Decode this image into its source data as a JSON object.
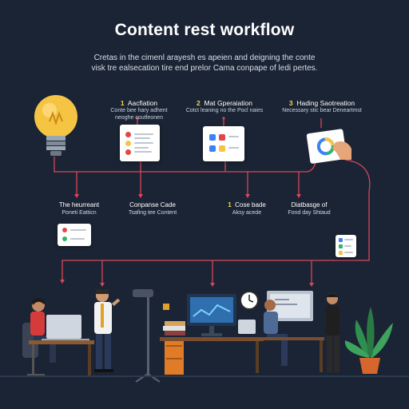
{
  "header": {
    "title": "Content rest workflow",
    "intro_line1": "Cretas in the cimenl arayesh es apeien and deigning the conte",
    "intro_line2": "visk tre ealsecation tire end prelor Cama conpape of ledi pertes."
  },
  "top_steps": [
    {
      "num": "1",
      "title": "Aacfiation",
      "sub1": "Conte bee hary adhent",
      "sub2": "neoghe coutfeonen"
    },
    {
      "num": "2",
      "title": "Mat Gperaiation",
      "sub1": "Cotct leaning no the Pocl naies",
      "sub2": ""
    },
    {
      "num": "3",
      "title": "Hading Saotreation",
      "sub1": "Necessary stic bear Deneartmst",
      "sub2": ""
    }
  ],
  "mid_steps": [
    {
      "num": "",
      "title": "The heurreant",
      "sub": "Poneti Eatticn"
    },
    {
      "num": "",
      "title": "Conpanse Cade",
      "sub": "Tsafing tee Content"
    },
    {
      "num": "1",
      "title": "Cose bade",
      "sub": "Aksy acede"
    },
    {
      "num": "",
      "title": "Diatbasge of",
      "sub": "Fond day Shtaud"
    }
  ],
  "colors": {
    "background": "#1b2434",
    "connector": "#d6475a",
    "bulb": "#f6c443",
    "accent_blue": "#3b82f6",
    "accent_red": "#e04848",
    "accent_yellow": "#f6d54a"
  },
  "icons": [
    "lightbulb-icon",
    "document-card-icon",
    "app-card-icon",
    "hand-tablet-icon",
    "clock-icon",
    "plant-icon"
  ]
}
